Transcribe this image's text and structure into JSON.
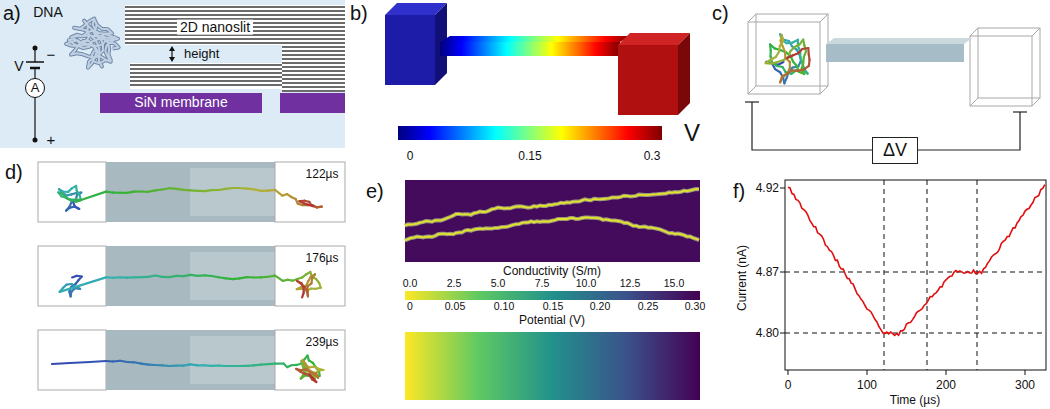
{
  "diagram": {
    "nodes": [
      {
        "text": [
          "SiN membrane"
        ]
      },
      {
        "text": [
          "A"
        ]
      },
      {
        "text": [
          "ΔV"
        ]
      }
    ],
    "labels": [
      "a)",
      "DNA",
      "2D nanoslit",
      "height",
      "V",
      "−",
      "+",
      "b)",
      "0",
      "0.15",
      "0.3",
      "V",
      "c)",
      "d)",
      "122µs",
      "176µs",
      "239µs",
      "e)",
      "Conductivity (S/m)",
      "0.0",
      "2.5",
      "5.0",
      "7.5",
      "10.0",
      "12.5",
      "15.0",
      "0",
      "0.05",
      "0.10",
      "0.15",
      "0.20",
      "0.25",
      "0.30",
      "Potential (V)",
      "f)",
      "4.92",
      "4.87",
      "4.80",
      "0",
      "100",
      "200",
      "300",
      "Time (µs)",
      "Current (nA)"
    ]
  }
}
